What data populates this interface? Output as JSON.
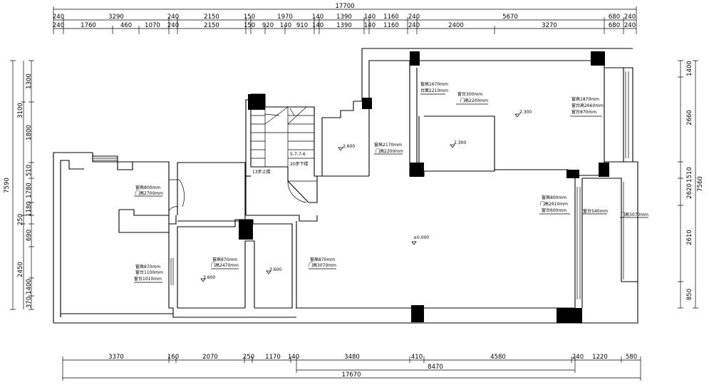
{
  "dimensions": {
    "top_total": "17700",
    "top_row1": [
      "240",
      "3290",
      "240",
      "2150",
      "150",
      "1970",
      "140",
      "1390",
      "140",
      "1160",
      "240",
      "5670",
      "680",
      "240"
    ],
    "top_row2": [
      "240",
      "1760",
      "460",
      "1070",
      "240",
      "2150",
      "150",
      "920",
      "140",
      "910",
      "140",
      "1390",
      "140",
      "1160",
      "240",
      "2400",
      "3270",
      "680",
      "240"
    ],
    "left_outer": "7590",
    "left_inner": [
      "1300",
      "3100",
      "1800",
      "510",
      "1780",
      "1180",
      "250",
      "690",
      "2450",
      "1400",
      "370"
    ],
    "right_outer": "7560",
    "right_inner": [
      "1400",
      "2660",
      "1510",
      "2620",
      "2610",
      "850"
    ],
    "bottom_row": [
      "3370",
      "160",
      "2070",
      "250",
      "1170",
      "140",
      "3480",
      "410",
      "4580",
      "240",
      "1220",
      "580"
    ],
    "bottom_mid": "8470",
    "bottom_total": "17670"
  },
  "stair_labels": {
    "up": "13步上楼",
    "down": "20步下楼",
    "dims": "5-7-7-6"
  },
  "levels": {
    "l1": "2.600",
    "l2": "2.300",
    "l3": "2.300",
    "l4": "±0.000",
    "l5": "3.600",
    "l6": "3.600"
  },
  "notes": {
    "n1": [
      "窗高1670mm",
      "台面2210mm"
    ],
    "n2": [
      "窗台300mm",
      "门高2200mm"
    ],
    "n3": [
      "窗高2170mm",
      "门高2200mm"
    ],
    "n4": [
      "窗高1870mm",
      "窗台高2660mm",
      "窗台870mm"
    ],
    "n5": [
      "窗高800mm",
      "门高2700mm"
    ],
    "n6": [
      "窗高870mm",
      "窗台1100mm",
      "窗台1010mm"
    ],
    "n7": [
      "窗高870mm",
      "门高2470mm"
    ],
    "n8": [
      "窗高870mm",
      "门高3070mm"
    ],
    "n9": [
      "窗高800mm",
      "门高2610mm",
      "窗台600mm"
    ],
    "n10": "窗台540mm",
    "n11": "门高3070mm"
  }
}
